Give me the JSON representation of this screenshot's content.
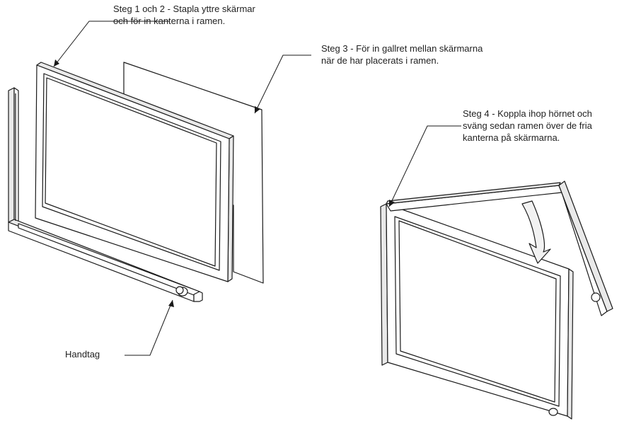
{
  "labels": {
    "step12": {
      "line1": "Steg 1 och 2 - Stapla yttre skärmar",
      "line2": "och för in kanterna i ramen."
    },
    "step3": {
      "line1": "Steg 3 - För in gallret mellan skärmarna",
      "line2": "när de har placerats i ramen."
    },
    "step4": {
      "line1": "Steg 4 - Koppla ihop hörnet och",
      "line2": "sväng sedan ramen över de fria",
      "line3": "kanterna på skärmarna."
    },
    "handle": "Handtag"
  },
  "colors": {
    "stroke": "#1a1a1a",
    "fill": "#ffffff",
    "shade": "#e9e9e9",
    "arrow": "#f2f2f2"
  }
}
